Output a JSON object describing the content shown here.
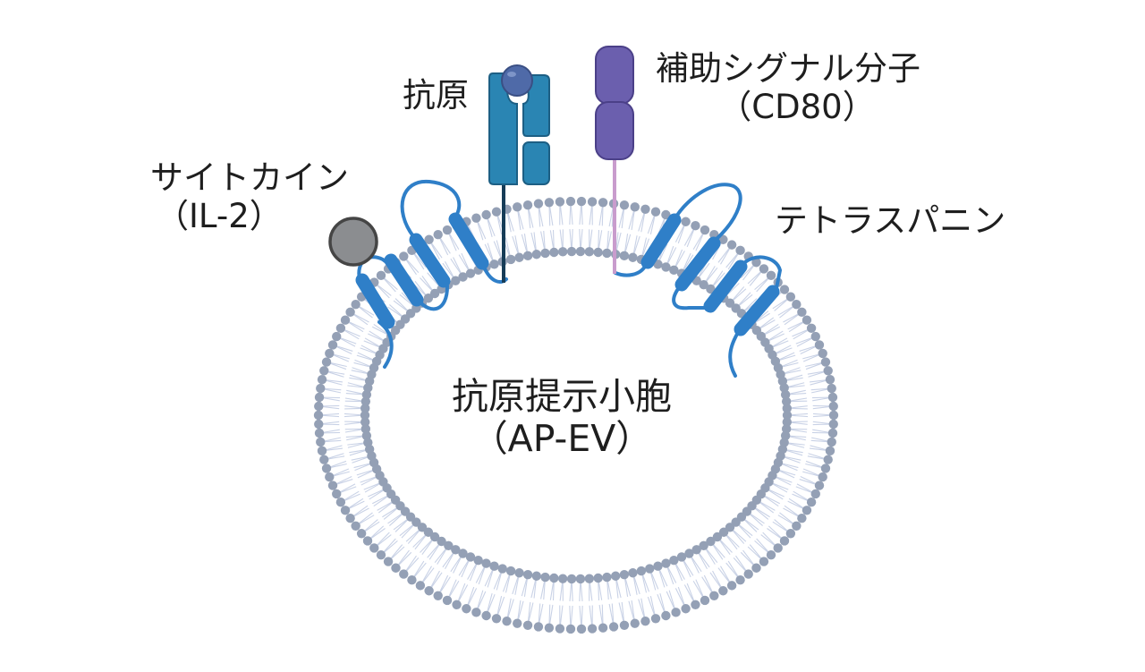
{
  "title": "抗原提示小胞 (AP-EV) 模式図",
  "labels": {
    "cytokine": {
      "main": "サイトカイン",
      "sub": "（IL-2）"
    },
    "antigen": {
      "main": "抗原"
    },
    "costim": {
      "main": "補助シグナル分子",
      "sub": "（CD80）"
    },
    "tetraspanin": {
      "main": "テトラスパニン"
    },
    "vesicle": {
      "main": "抗原提示小胞",
      "sub": "（AP-EV）"
    }
  },
  "components": [
    {
      "id": "il2",
      "name": "IL-2 cytokine",
      "shape": "sphere"
    },
    {
      "id": "mhc",
      "name": "antigen-presenting receptor",
      "shape": "receptor-with-sphere"
    },
    {
      "id": "cd80",
      "name": "CD80",
      "shape": "two-lobe"
    },
    {
      "id": "tetraspanin-left",
      "name": "tetraspanin",
      "helices": 4
    },
    {
      "id": "tetraspanin-right",
      "name": "tetraspanin",
      "helices": 4
    },
    {
      "id": "membrane",
      "name": "lipid bilayer",
      "shape": "ellipse"
    }
  ],
  "colors": {
    "lipid_head": "#94a0b5",
    "lipid_tail": "#c9d2e6",
    "tetraspanin": "#2f7fc8",
    "receptor_fill": "#2a85b3",
    "receptor_stroke": "#1d5f84",
    "antigen_sphere": "#4f6aa8",
    "receptor_stem": "#163c57",
    "cd80_fill": "#6b5fae",
    "cd80_stroke": "#4b4088",
    "cd80_stem": "#c99ccd",
    "il2_fill": "#8b8d90",
    "il2_stroke": "#454545",
    "text": "#1e1e1e"
  }
}
